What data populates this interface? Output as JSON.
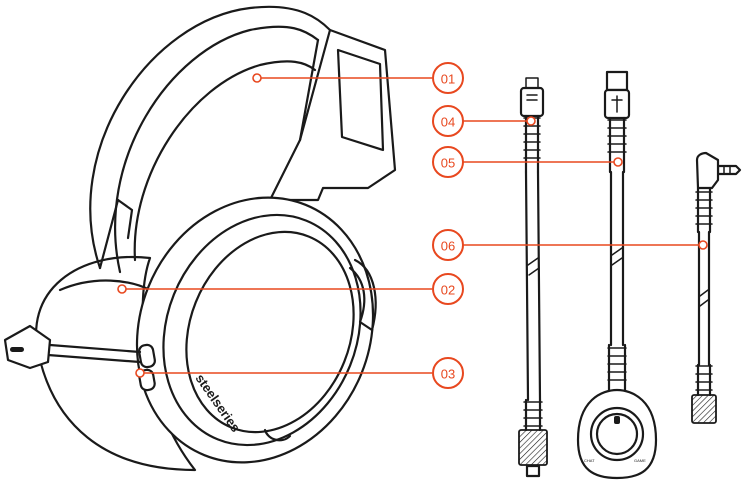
{
  "brand": "steelseries",
  "accent_color": "#e8481f",
  "line_color": "#1a1a1a",
  "callouts": [
    {
      "id": "01",
      "label": "01"
    },
    {
      "id": "02",
      "label": "02"
    },
    {
      "id": "03",
      "label": "03"
    },
    {
      "id": "04",
      "label": "04"
    },
    {
      "id": "05",
      "label": "05"
    },
    {
      "id": "06",
      "label": "06"
    }
  ],
  "icons": {
    "micro_usb_connector": "micro-usb-icon",
    "usb_connector": "usb-icon",
    "audio_jack": "audio-jack-icon"
  }
}
